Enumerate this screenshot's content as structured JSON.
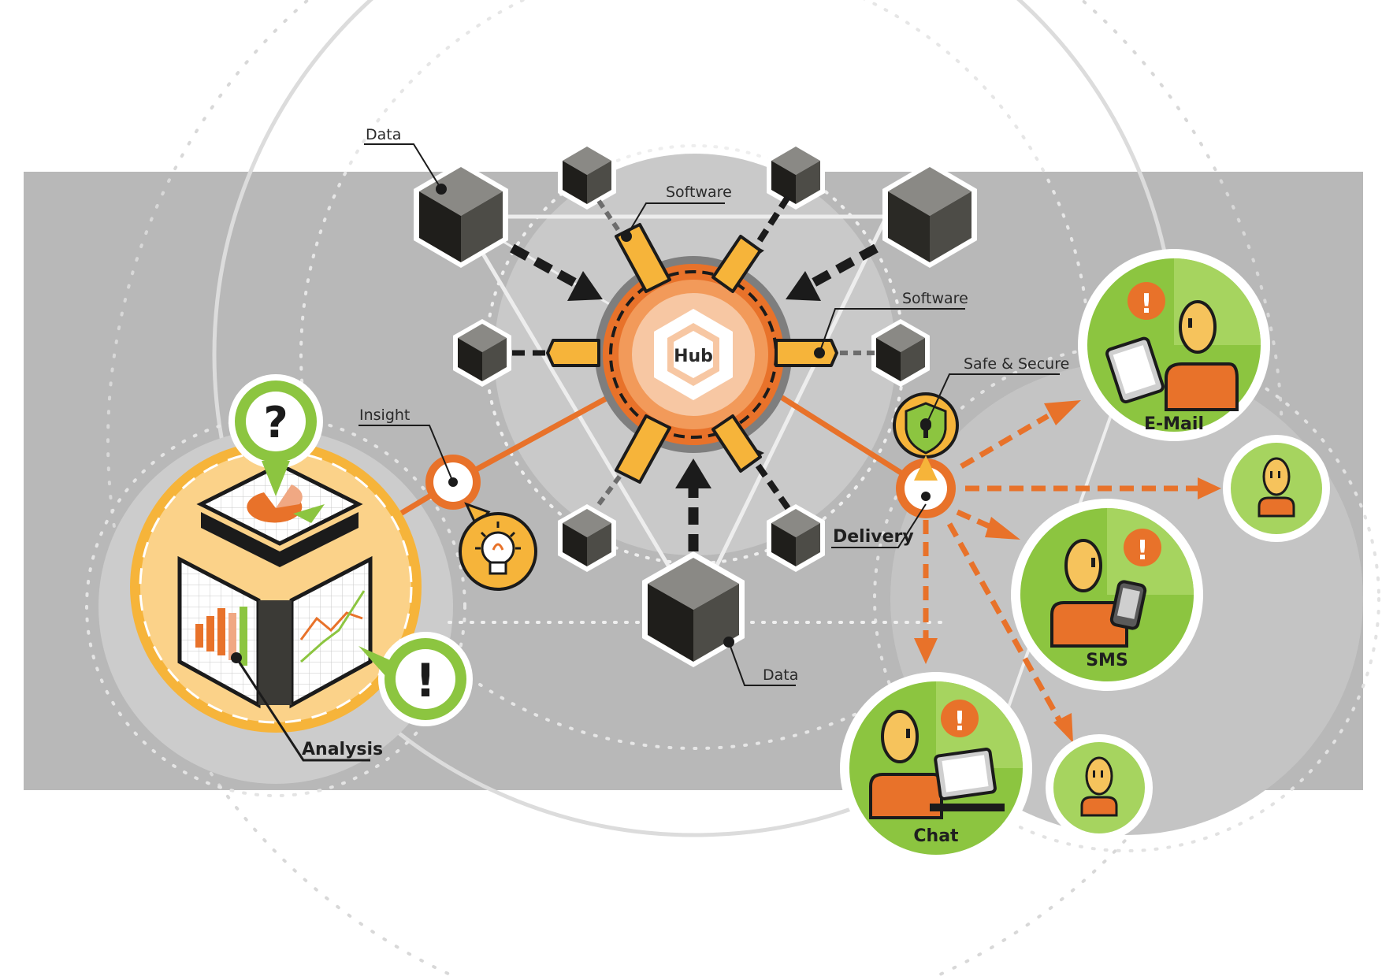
{
  "labels": {
    "data_top": "Data",
    "data_bottom": "Data",
    "software_top": "Software",
    "software_right": "Software",
    "safe_secure": "Safe & Secure",
    "insight": "Insight",
    "hub": "Hub",
    "delivery": "Delivery",
    "analysis": "Analysis"
  },
  "channels": {
    "email": "E-Mail",
    "sms": "SMS",
    "chat": "Chat"
  },
  "symbols": {
    "question": "?",
    "exclamation": "!"
  },
  "colors": {
    "band_gray": "#b9b9b9",
    "orange": "#e8722a",
    "yellow": "#f6b43a",
    "green": "#8cc540",
    "dark_cube": "#3b3a36"
  },
  "icons": [
    "data-cube-icon",
    "hub-icon",
    "software-connector-icon",
    "lightbulb-icon",
    "shield-lock-icon",
    "question-bubble-icon",
    "exclamation-bubble-icon",
    "person-icon",
    "tablet-icon",
    "phone-icon",
    "laptop-icon",
    "analysis-cube-icon"
  ]
}
